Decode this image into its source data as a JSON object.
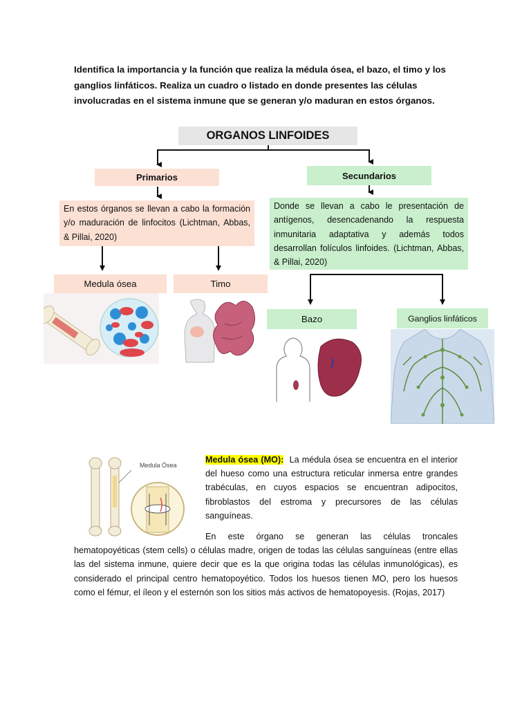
{
  "intro": {
    "text": "Identifica la importancia y la función que realiza la médula ósea, el bazo, el timo y los ganglios linfáticos. Realiza un cuadro o listado en donde presentes las células involucradas en el sistema inmune que se generan y/o maduran en estos órganos."
  },
  "diagram": {
    "title": "ORGANOS LINFOIDES",
    "primarios": {
      "label": "Primarios",
      "description": "En estos órganos se llevan a cabo la formación y/o maduración de linfocitos (Lichtman, Abbas, & Pillai, 2020)",
      "children": [
        "Medula ósea",
        "Timo"
      ]
    },
    "secundarios": {
      "label": "Secundarios",
      "description": "Donde se llevan a cabo le presentación de antígenos, desencadenando la respuesta inmunitaria adaptativa y además todos desarrollan folículos linfoides. (Lichtman, Abbas, & Pillai, 2020)",
      "children": [
        "Bazo",
        "Ganglios linfáticos"
      ]
    },
    "bone_image_label": "Medula Ósea",
    "colors": {
      "primary_fill": "#fbe0d3",
      "secondary_fill": "#c9efcc",
      "title_fill": "#e6e6e6"
    }
  },
  "body": {
    "medula_heading": "Medula ósea (MO):",
    "paragraph1": "La médula ósea se encuentra en el interior del hueso como una estructura reticular inmersa entre grandes trabéculas, en cuyos espacios se encuentran adipocitos, fibroblastos del estroma y precursores de las células sanguíneas.",
    "paragraph2": "En este órgano se generan las células troncales hematopoyéticas (stem cells) o células madre, origen de todas las células sanguíneas (entre ellas las del sistema inmune, quiere decir que es la que origina todas las células inmunológicas), es considerado el principal centro hematopoyético. Todos los huesos tienen MO, pero los huesos como el fémur, el íleon y el esternón son los sitios más activos de hematopoyesis.  (Rojas, 2017)"
  }
}
